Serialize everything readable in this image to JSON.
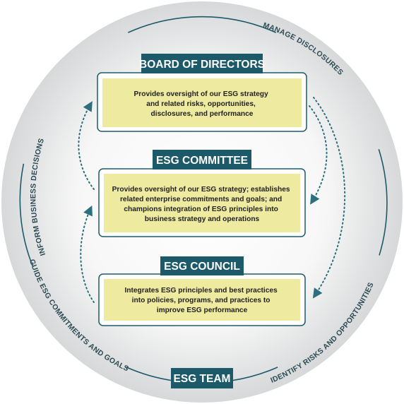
{
  "colors": {
    "teal": "#1d5a69",
    "box_fill": "#eeeba0",
    "box_border": "#1d5a69",
    "circle_center": "#ffffff",
    "circle_edge": "#d8dadb",
    "arrow": "#2c6f7e"
  },
  "banners": {
    "board": "BOARD OF DIRECTORS",
    "committee": "ESG COMMITTEE",
    "council": "ESG COUNCIL",
    "team": "ESG TEAM"
  },
  "boxes": {
    "board": [
      "Provides oversight of our ESG strategy",
      "and related risks, opportunities,",
      "disclosures, and performance"
    ],
    "committee": [
      "Provides oversight of our ESG strategy; establishes",
      "related enterprise commitments and goals; and",
      "champions integration of ESG principles into",
      "business strategy and operations"
    ],
    "council": [
      "Integrates ESG principles and best practices",
      "into policies, programs, and practices to",
      "improve ESG performance"
    ]
  },
  "ring_labels": {
    "top_left": "INFORM BUSINESS DECISIONS",
    "top_right": "MANAGE DISCLOSURES",
    "bottom_left": "GUIDE ESG COMMITMENTS AND GOALS",
    "bottom_right": "IDENTIFY RISKS AND OPPORTUNITIES"
  }
}
